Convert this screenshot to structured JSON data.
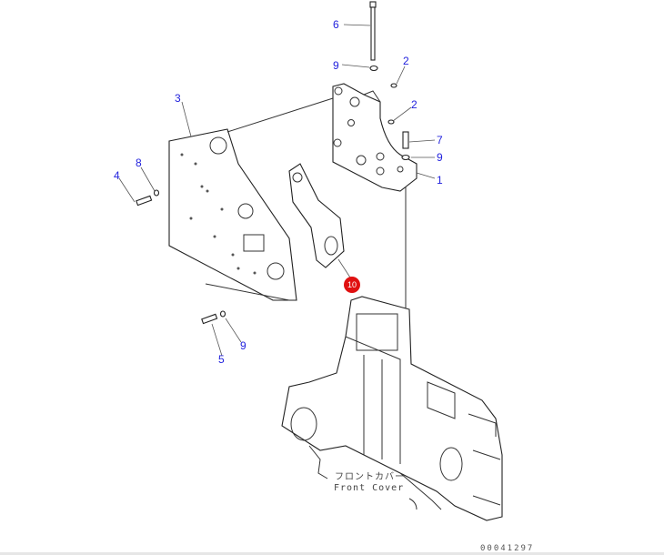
{
  "diagram": {
    "callouts": [
      {
        "id": "6",
        "label": "6"
      },
      {
        "id": "9a",
        "label": "9"
      },
      {
        "id": "2a",
        "label": "2"
      },
      {
        "id": "2b",
        "label": "2"
      },
      {
        "id": "3",
        "label": "3"
      },
      {
        "id": "7",
        "label": "7"
      },
      {
        "id": "9b",
        "label": "9"
      },
      {
        "id": "1",
        "label": "1"
      },
      {
        "id": "4",
        "label": "4"
      },
      {
        "id": "8",
        "label": "8"
      },
      {
        "id": "10",
        "label": "10"
      },
      {
        "id": "9c",
        "label": "9"
      },
      {
        "id": "5",
        "label": "5"
      }
    ],
    "highlight_color": "#e01010",
    "callout_color": "#2222dd",
    "caption_jp": "フロントカバー",
    "caption_en": "Front Cover",
    "drawing_code": "00041297"
  }
}
